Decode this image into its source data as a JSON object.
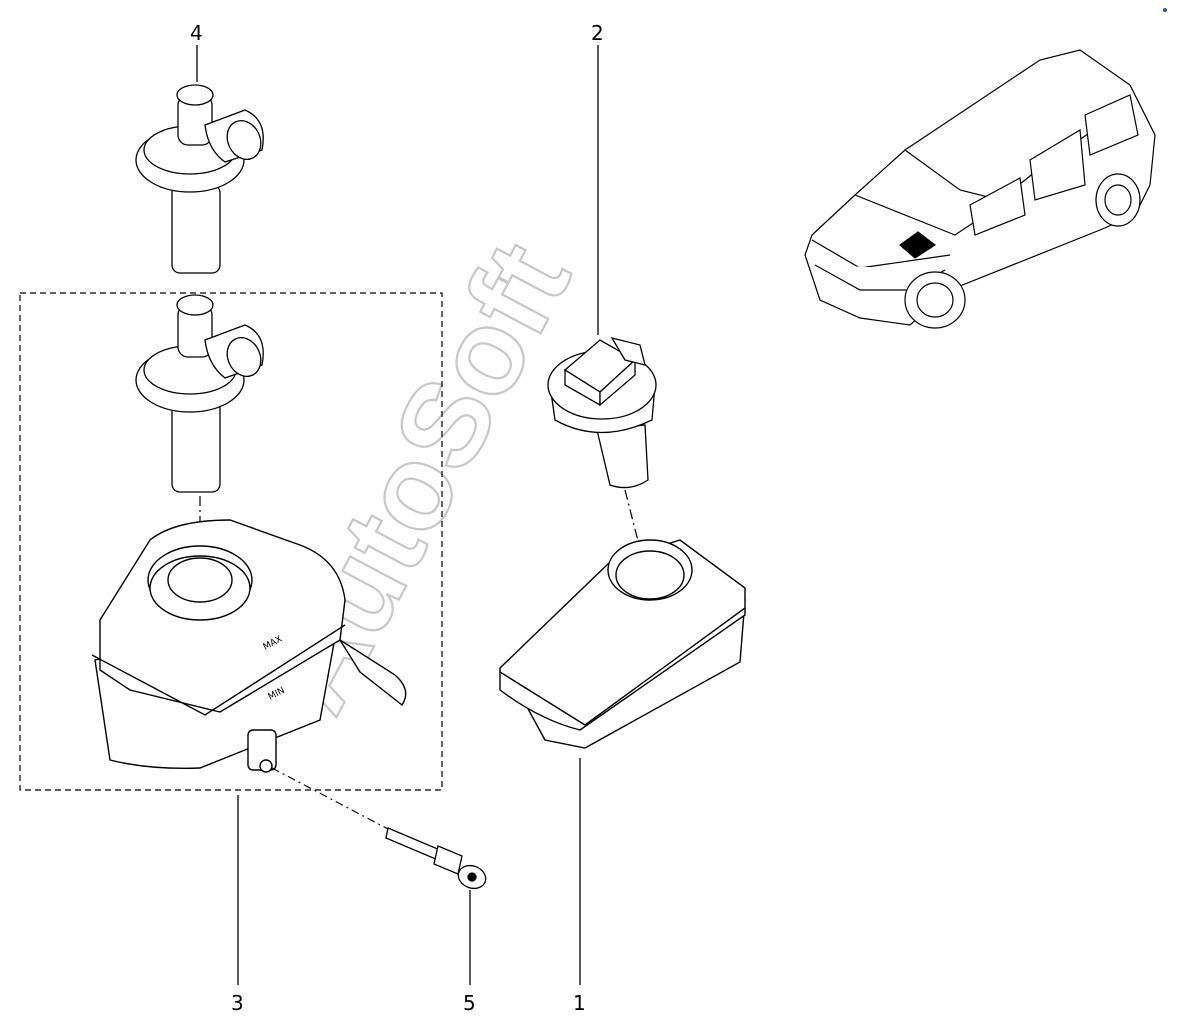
{
  "watermark": "AutoSoft",
  "callouts": [
    {
      "id": "1",
      "text": "1"
    },
    {
      "id": "2",
      "text": "2"
    },
    {
      "id": "3",
      "text": "3"
    },
    {
      "id": "4",
      "text": "4"
    },
    {
      "id": "5",
      "text": "5"
    }
  ],
  "reservoir_markings": {
    "max": "MAX",
    "min": "MIN"
  },
  "colors": {
    "line": "#000000",
    "watermark": "#c8c8c8",
    "background": "#ffffff"
  }
}
